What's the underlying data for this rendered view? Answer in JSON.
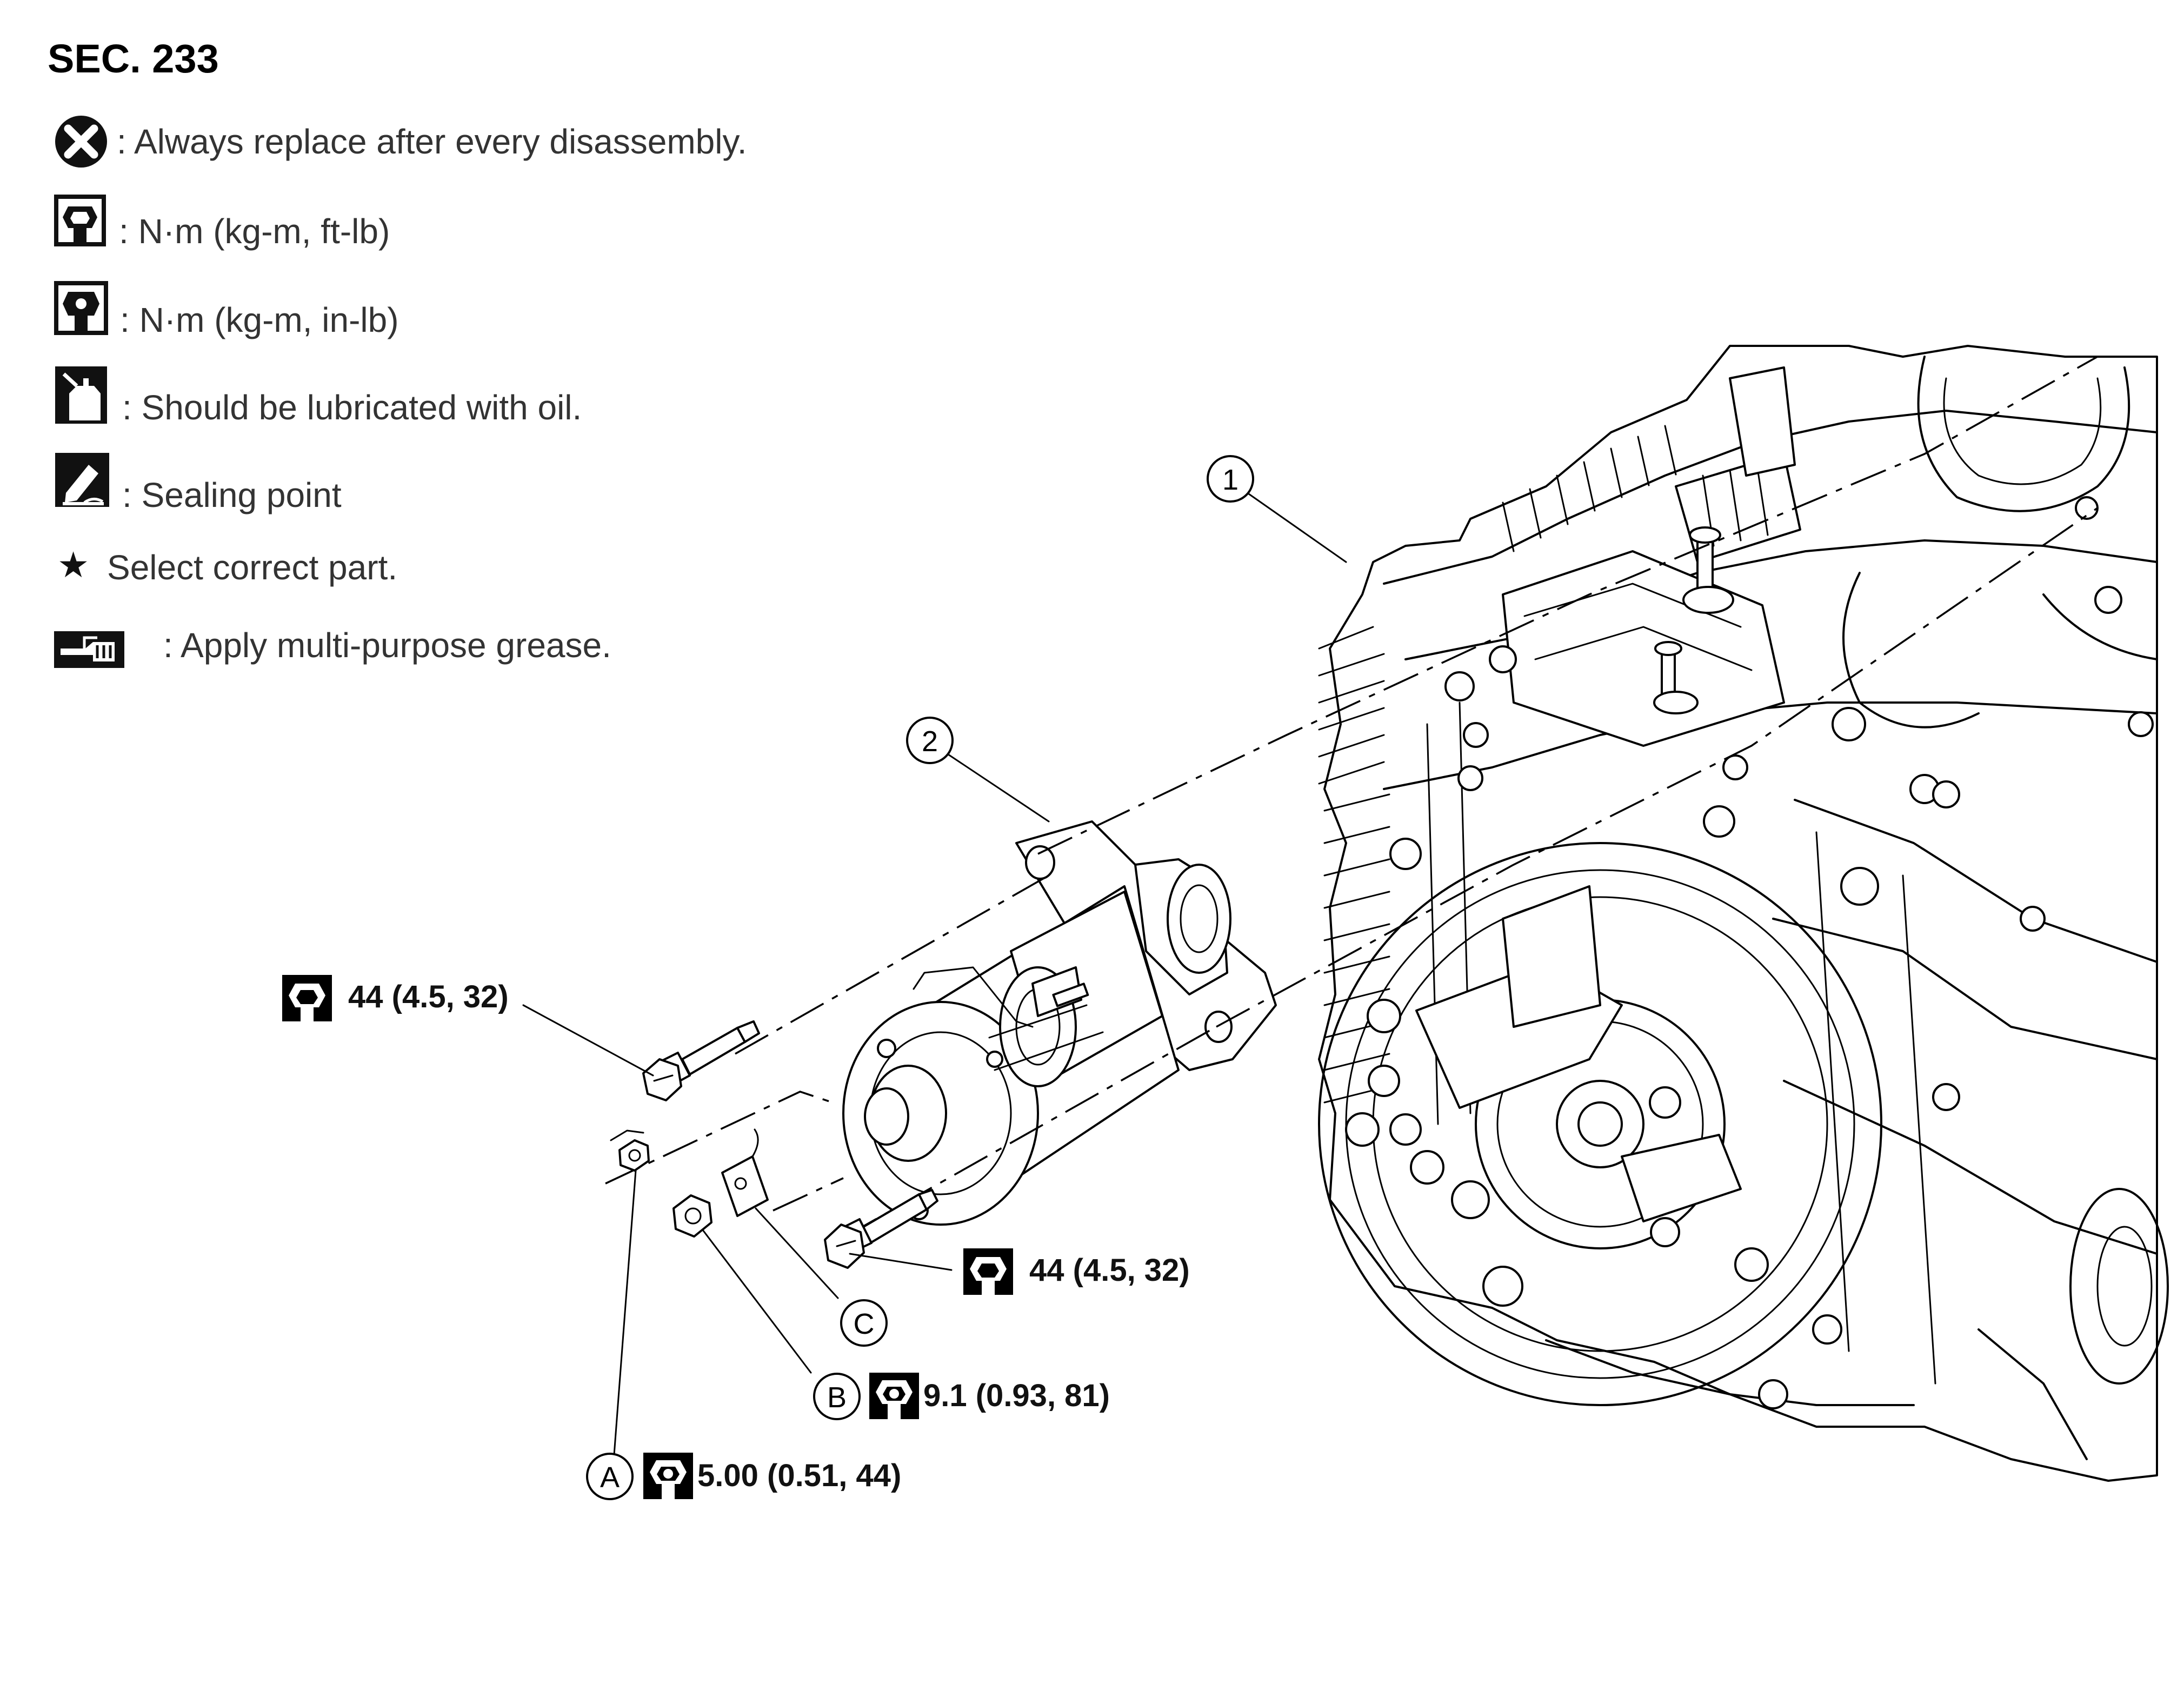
{
  "section_label": "SEC. 233",
  "legend": [
    {
      "icon": "replace-x-icon",
      "text": ": Always replace after every disassembly."
    },
    {
      "icon": "wrench-open-icon",
      "text": ": N·m (kg-m, ft-lb)"
    },
    {
      "icon": "wrench-solid-icon",
      "text": ": N·m (kg-m, in-lb)"
    },
    {
      "icon": "oil-can-icon",
      "text": ": Should be lubricated with oil."
    },
    {
      "icon": "sealing-point-icon",
      "text": ": Sealing point"
    },
    {
      "icon": "star-icon",
      "text": "Select correct part."
    },
    {
      "icon": "grease-gun-icon",
      "text": ": Apply multi-purpose grease."
    }
  ],
  "legend_star_glyph": "★",
  "callouts": {
    "part_1": "1",
    "part_2": "2",
    "point_a": "A",
    "point_b": "B",
    "point_c": "C"
  },
  "torques": {
    "upper_bolt": "44 (4.5, 32)",
    "lower_bolt": "44 (4.5, 32)",
    "nut_b": "9.1 (0.93, 81)",
    "nut_a": "5.00 (0.51, 44)"
  }
}
